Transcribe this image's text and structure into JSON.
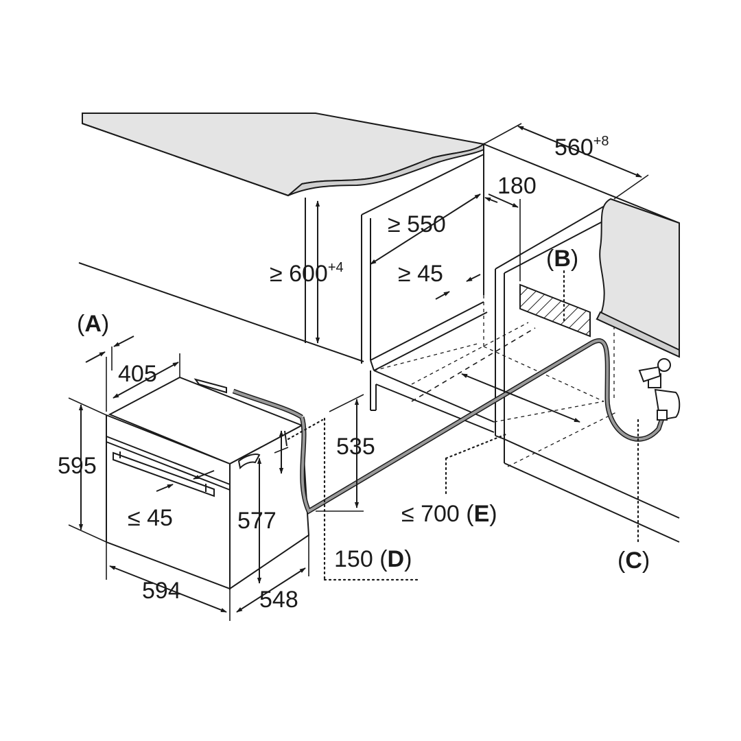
{
  "dimensions": {
    "countertop_depth": "560",
    "countertop_depth_tol": "+8",
    "vent_gap": "180",
    "niche_depth": "≥ 550",
    "niche_height": "≥ 600",
    "niche_height_tol": "+4",
    "plinth_gap": "≥ 45",
    "front_gap_label": "(A)",
    "oven_depth_top": "405",
    "oven_height": "595",
    "handle_gap": "≤ 45",
    "inner_height": "577",
    "connection_height": "535",
    "oven_width": "594",
    "oven_depth": "548"
  },
  "callouts": {
    "vent": {
      "open": "(",
      "letter": "B",
      "close": ")"
    },
    "water_tap": {
      "open": "(",
      "letter": "C",
      "close": ")"
    },
    "hose_length": {
      "value": "≤ 700 ",
      "open": "(",
      "letter": "E",
      "close": ")"
    },
    "outlet_height": {
      "value": "150 ",
      "open": "(",
      "letter": "D",
      "close": ")"
    },
    "front_gap": {
      "open": "(",
      "letter": "A",
      "close": ")"
    }
  },
  "colors": {
    "line": "#1a1a1a",
    "countertop": "#e4e4e4",
    "hose": "#9a9a9a"
  }
}
